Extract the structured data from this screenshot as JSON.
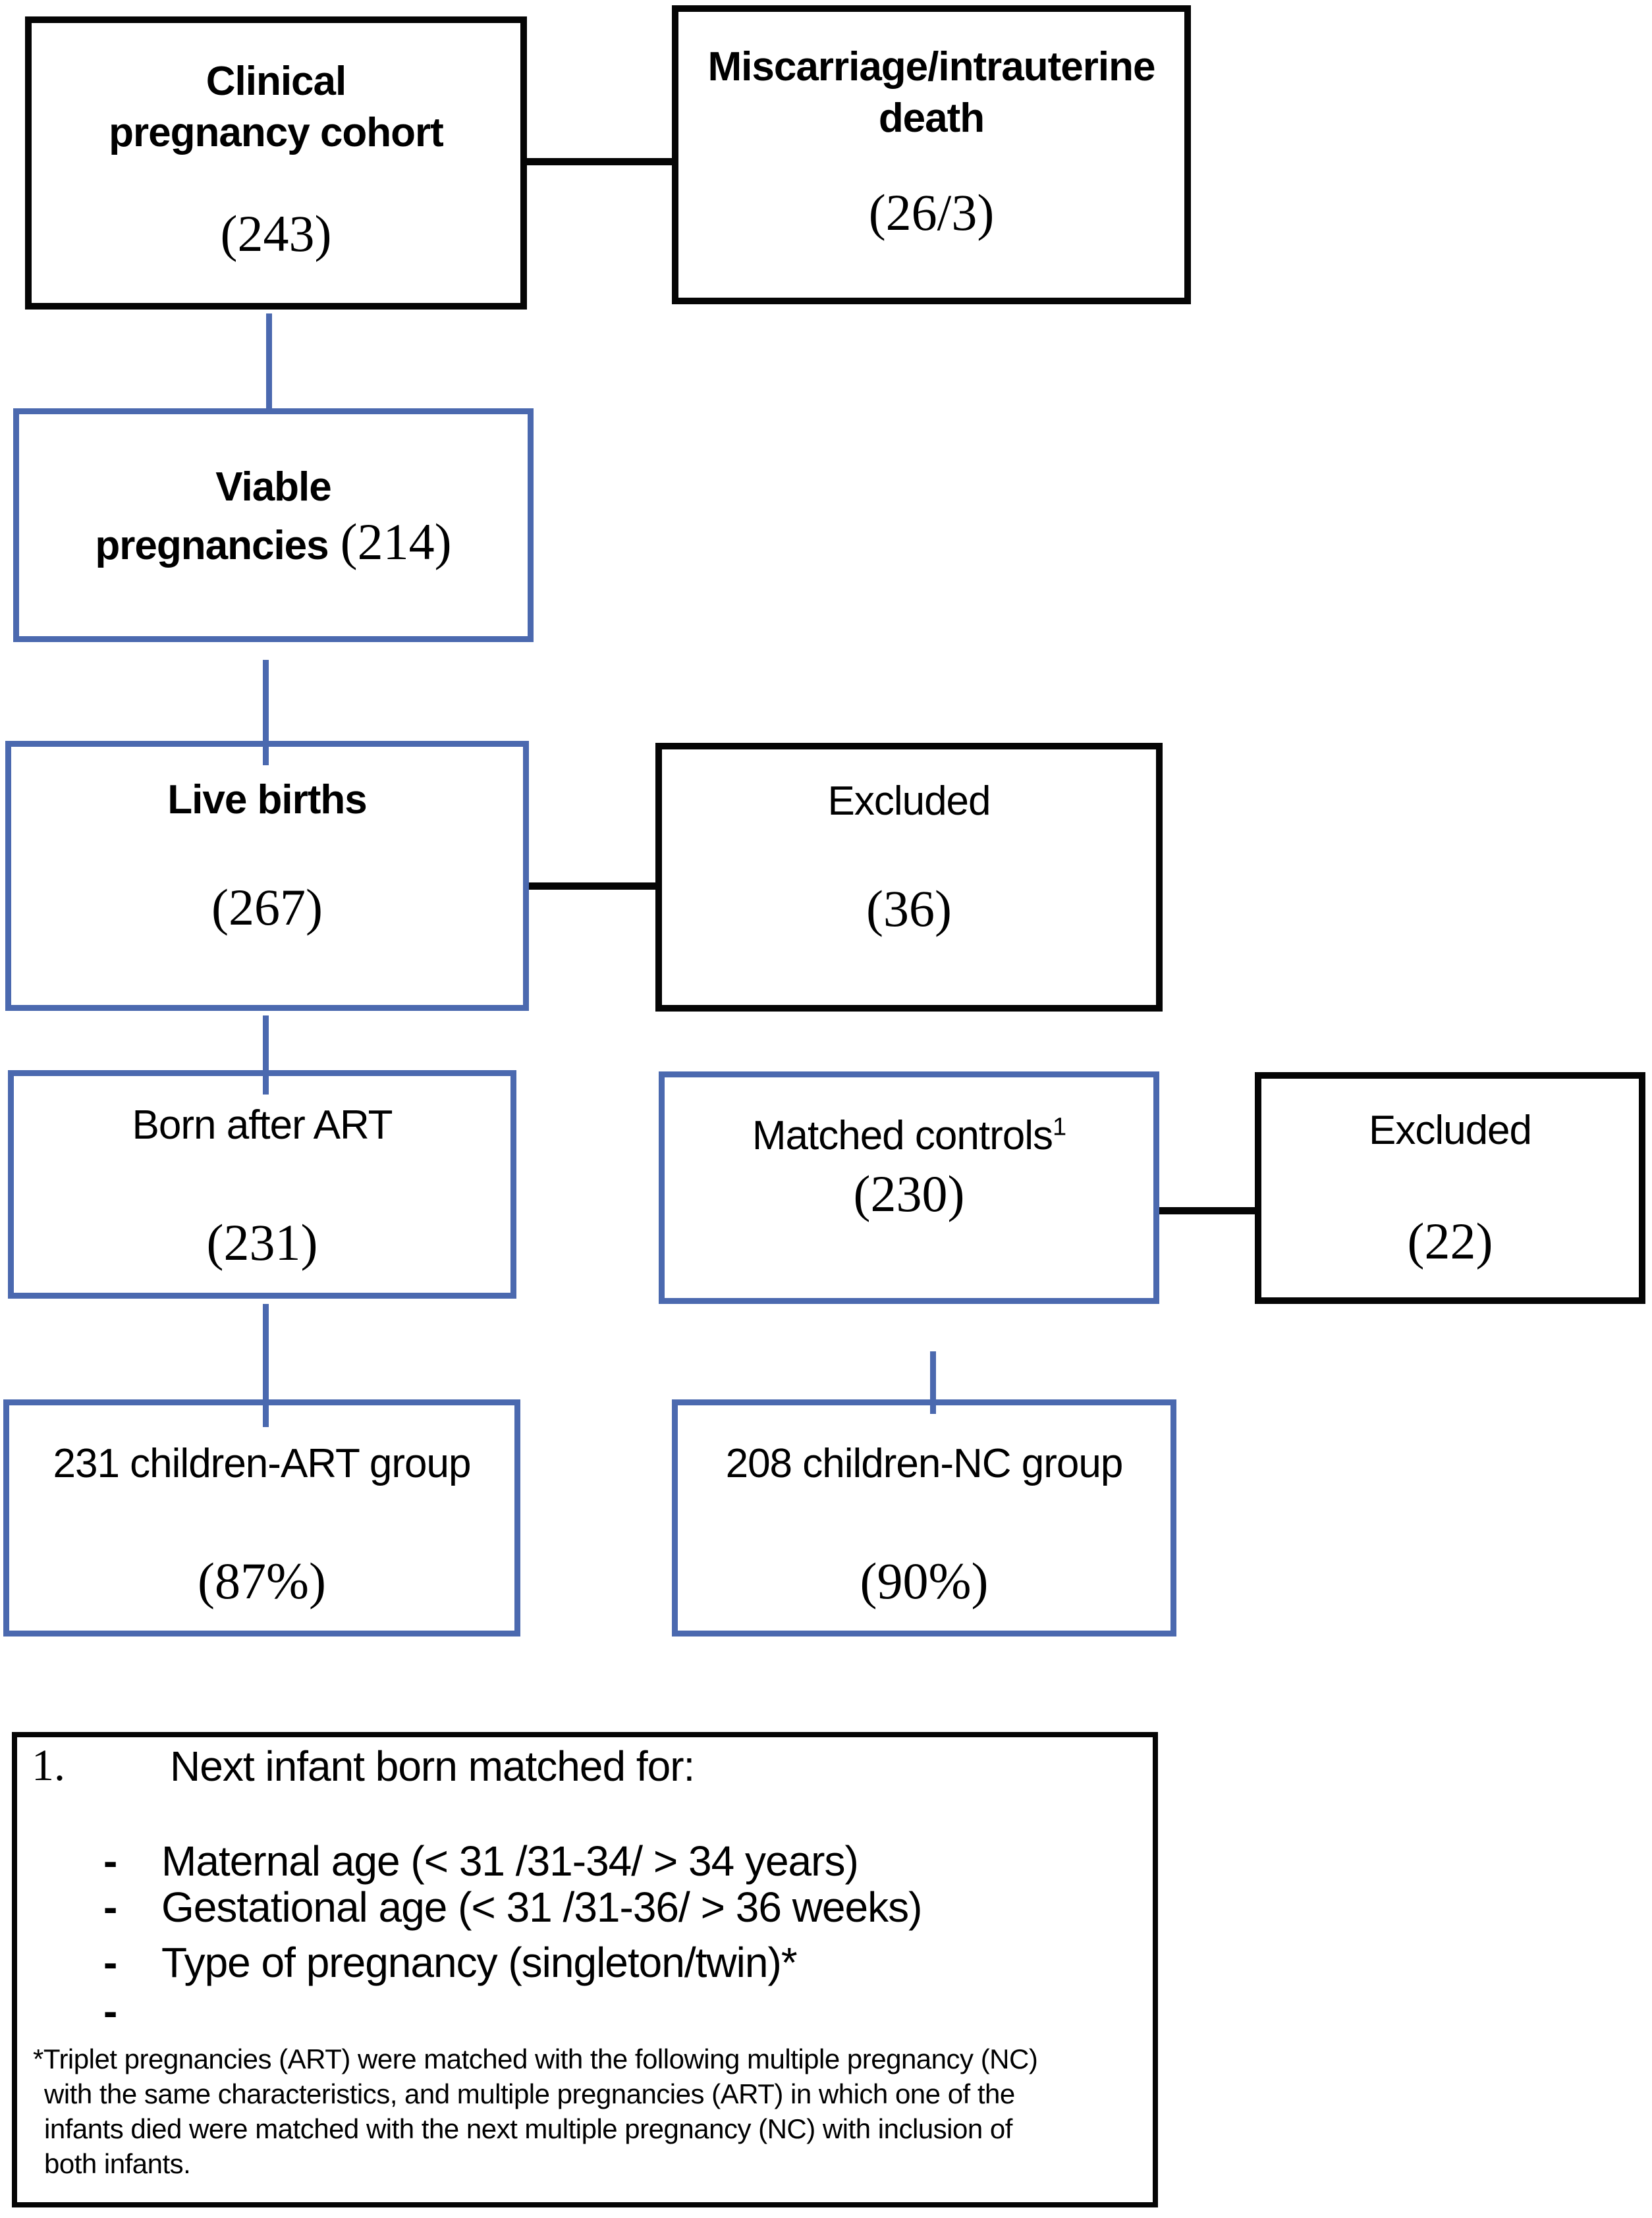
{
  "figure": {
    "type": "study-flowchart",
    "colors": {
      "box_border_blue": "#4b69af",
      "box_border_black": "#050505",
      "background": "#ffffff",
      "text": "#000000"
    }
  },
  "boxes": {
    "clinical": {
      "line1": "Clinical",
      "line2": "pregnancy cohort",
      "value": "(243)"
    },
    "miscarriage": {
      "line1": "Miscarriage/intrauterine",
      "line2": "death",
      "value": "(26/3)"
    },
    "viable": {
      "line1": "Viable",
      "line2": "pregnancies",
      "value": "(214)"
    },
    "live_births": {
      "title": "Live births",
      "value": "(267)"
    },
    "excluded_births": {
      "title": "Excluded",
      "value": "(36)"
    },
    "born_after_art": {
      "title": "Born after ART",
      "value": "(231)"
    },
    "matched_controls": {
      "title": "Matched controls",
      "footnote_marker": "1",
      "value": "(230)"
    },
    "excluded_controls": {
      "title": "Excluded",
      "value": "(22)"
    },
    "art_group": {
      "title": "231 children-ART group",
      "value": "(87%)"
    },
    "nc_group": {
      "title": "208 children-NC group",
      "value": "(90%)"
    }
  },
  "footnote": {
    "marker": "1.",
    "heading": "Next infant born matched for:",
    "bullet": "-",
    "items": [
      "Maternal age (< 31 /31-34/ > 34 years)",
      "Gestational age (< 31 /31-36/ > 36 weeks)",
      "Type of pregnancy (singleton/twin)*",
      ""
    ],
    "note_lines": [
      "*Triplet pregnancies (ART) were matched with the following multiple pregnancy (NC)",
      "with the same characteristics, and multiple pregnancies (ART) in which one of the",
      "infants died were matched with the next multiple pregnancy (NC) with inclusion of",
      "both infants."
    ]
  }
}
